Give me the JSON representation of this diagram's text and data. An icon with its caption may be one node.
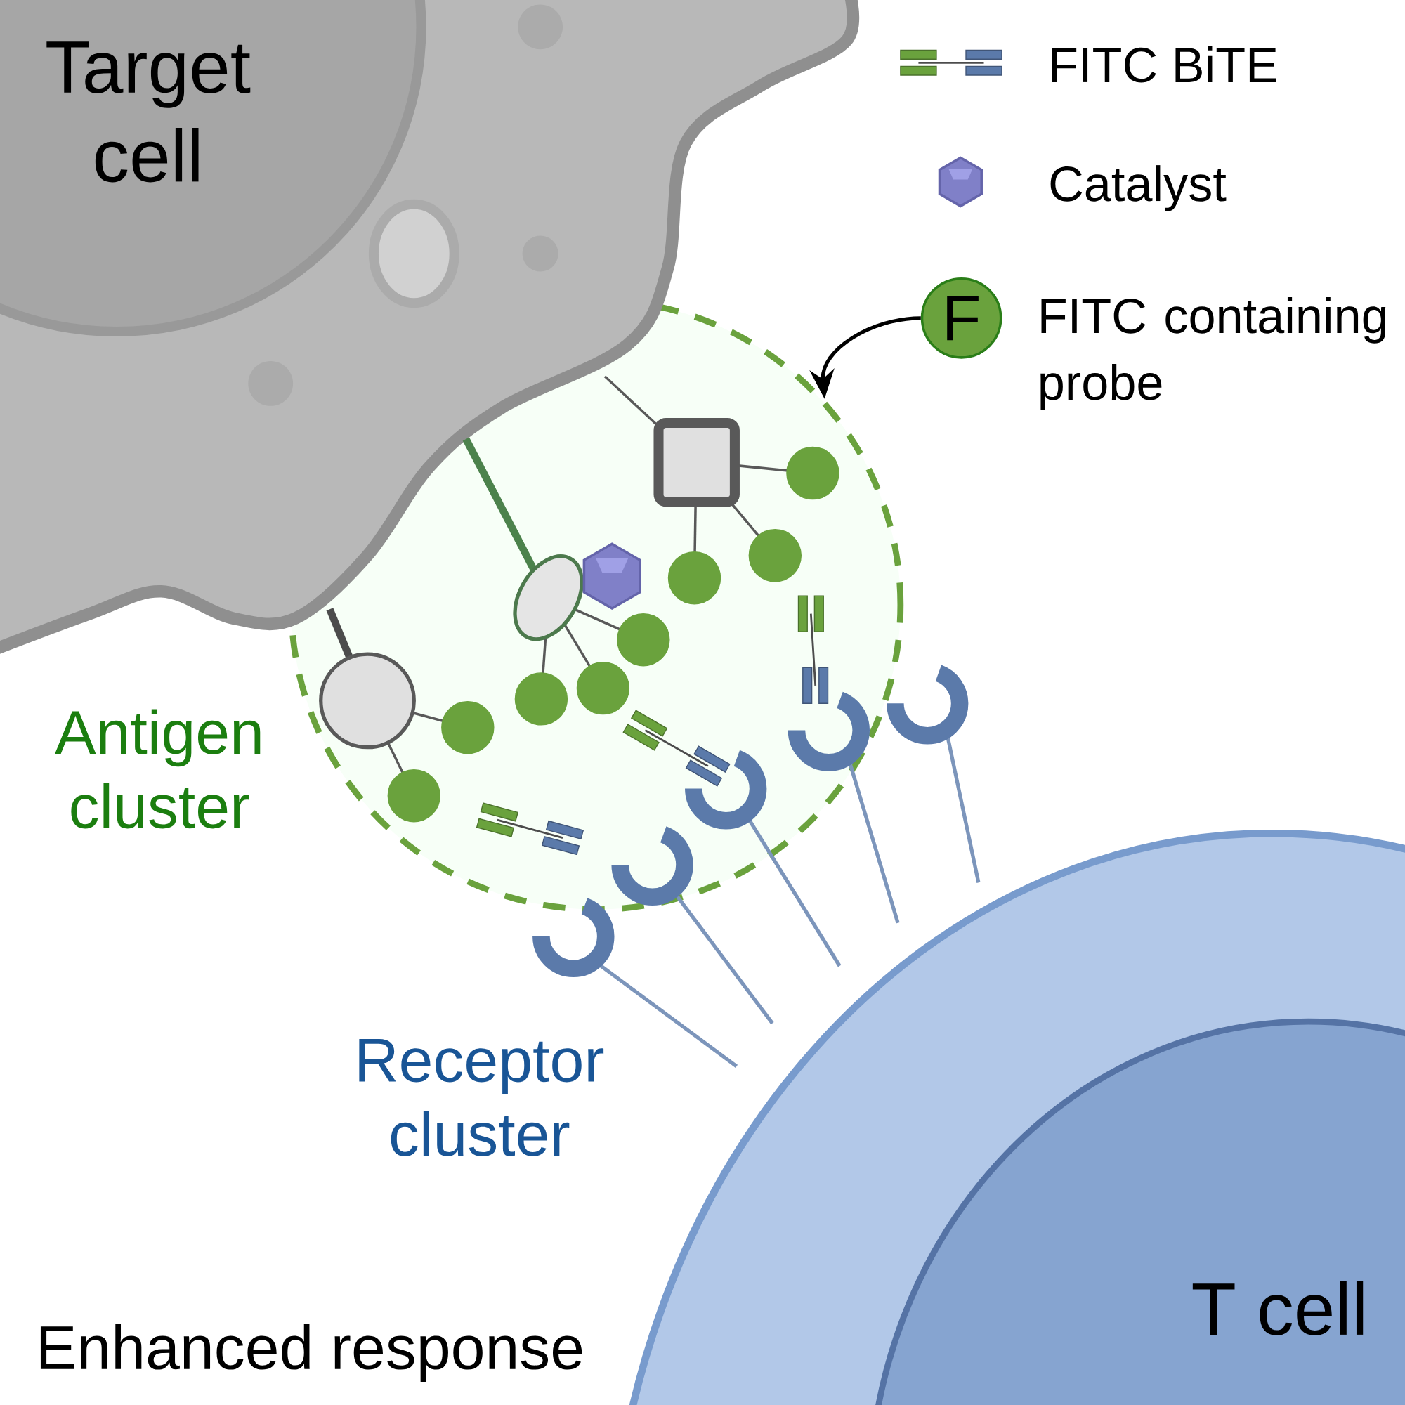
{
  "diagram": {
    "nodes": [
      {
        "text": [
          "Target cell"
        ]
      },
      {
        "text": [
          "Antigen cluster"
        ]
      },
      {
        "text": [
          "F"
        ],
        "beside": [
          "FITC containing probe"
        ]
      },
      {
        "text": [
          "T cell"
        ]
      }
    ],
    "edges": [
      {
        "from": 2,
        "to": 1,
        "arrow": "to"
      }
    ],
    "labels": [
      "Receptor cluster",
      "Enhanced response"
    ],
    "legend": [
      {
        "text": "FITC BiTE"
      },
      {
        "text": "Catalyst"
      }
    ]
  }
}
